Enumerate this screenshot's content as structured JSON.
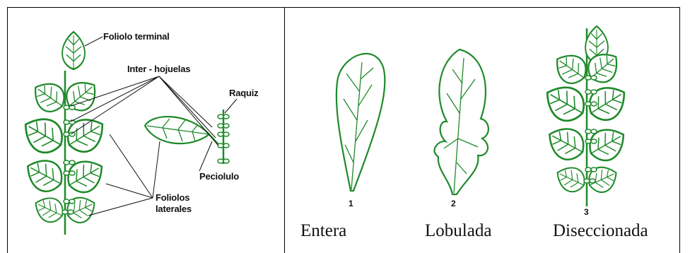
{
  "left_diagram": {
    "labels": {
      "terminal": "Foliolo terminal",
      "inter": "Inter - hojuelas",
      "raquiz": "Raquiz",
      "peciolulo": "Peciolulo",
      "laterales_1": "Foliolos",
      "laterales_2": "laterales"
    }
  },
  "right_diagram": {
    "leaves": [
      {
        "number": "1",
        "caption": "Entera"
      },
      {
        "number": "2",
        "caption": "Lobulada"
      },
      {
        "number": "3",
        "caption": "Diseccionada"
      }
    ]
  },
  "colors": {
    "leaf_stroke": "#1f8a2a",
    "border": "#000000"
  }
}
